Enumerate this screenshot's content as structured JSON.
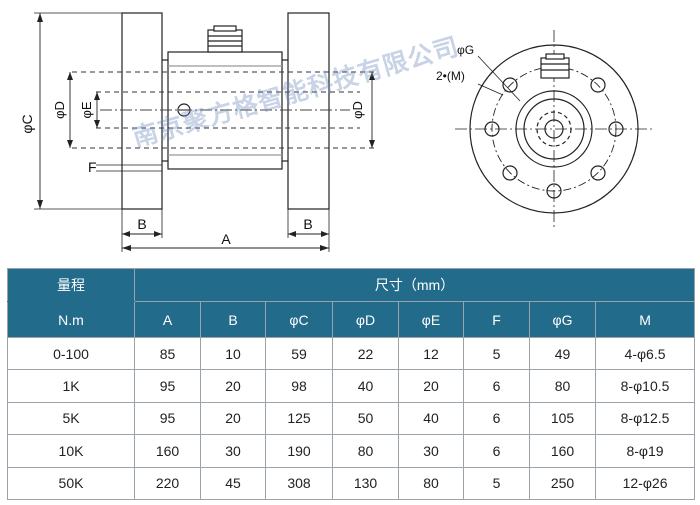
{
  "drawing": {
    "dim_labels": {
      "C": "φC",
      "D_left": "φD",
      "E": "φE",
      "D_right": "φD",
      "F": "F",
      "B_left": "B",
      "B_right": "B",
      "A": "A",
      "G": "φG",
      "M": "2•(M)"
    },
    "watermark": "南京聚方格智能科技有限公司"
  },
  "table": {
    "range_header": "量程",
    "unit_header": "N.m",
    "size_header": "尺寸（mm）",
    "columns": [
      "A",
      "B",
      "φC",
      "φD",
      "φE",
      "F",
      "φG",
      "M"
    ],
    "rows": [
      [
        "0-100",
        "85",
        "10",
        "59",
        "22",
        "12",
        "5",
        "49",
        "4-φ6.5"
      ],
      [
        "1K",
        "95",
        "20",
        "98",
        "40",
        "20",
        "6",
        "80",
        "8-φ10.5"
      ],
      [
        "5K",
        "95",
        "20",
        "125",
        "50",
        "40",
        "6",
        "105",
        "8-φ12.5"
      ],
      [
        "10K",
        "160",
        "30",
        "190",
        "80",
        "30",
        "6",
        "160",
        "8-φ19"
      ],
      [
        "50K",
        "220",
        "45",
        "308",
        "130",
        "80",
        "5",
        "250",
        "12-φ26"
      ]
    ]
  },
  "colors": {
    "header_bg": "#236b8a",
    "header_text": "#ffffff",
    "grid": "#9aa3ab",
    "watermark": "#6e8cbe"
  }
}
